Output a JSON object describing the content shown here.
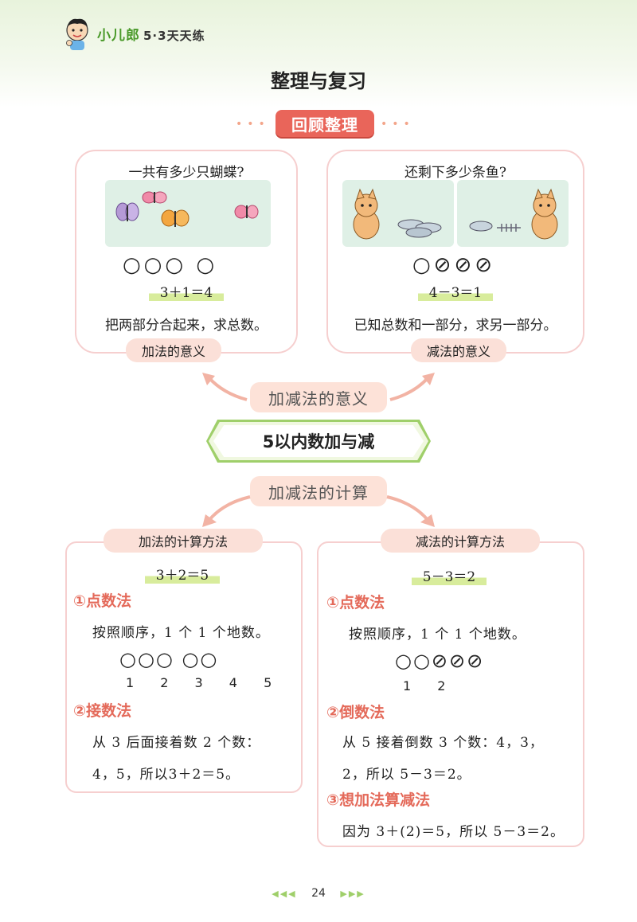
{
  "header": {
    "brand": "小儿郎",
    "series": "5·3天天练"
  },
  "page_title": "整理与复习",
  "section_label": "回顾整理",
  "meaning": {
    "add_card": {
      "question": "一共有多少只蝴蝶?",
      "circles": "○○○   ○",
      "equation": "3＋1＝4",
      "description": "把两部分合起来，求总数。",
      "ribbon": "加法的意义"
    },
    "sub_card": {
      "question": "还剩下多少条鱼?",
      "circles": "○⊘⊘⊘",
      "equation": "4－3＝1",
      "description": "已知总数和一部分，求另一部分。",
      "ribbon": "减法的意义"
    },
    "center_label": "加减法的意义"
  },
  "topic": "5以内数加与减",
  "calc_label": "加减法的计算",
  "add_method": {
    "ribbon": "加法的计算方法",
    "equation": "3＋2＝5",
    "m1_title": "①点数法",
    "m1_text": "按照顺序，1 个 1 个地数。",
    "m1_circles": "○○○  ○○",
    "m1_numbers": "1 2 3   4 5",
    "m2_title": "②接数法",
    "m2_line1": "从 3 后面接着数 2 个数：",
    "m2_line2": "4，5，所以3＋2＝5。"
  },
  "sub_method": {
    "ribbon": "减法的计算方法",
    "equation": "5－3＝2",
    "m1_title": "①点数法",
    "m1_text": "按照顺序，1 个 1 个地数。",
    "m1_circles": "○○⊘⊘⊘",
    "m1_numbers": "1 2",
    "m2_title": "②倒数法",
    "m2_line1": "从 5 接着倒数 3 个数：4，3，",
    "m2_line2": "2，所以 5－3＝2。",
    "m3_title": "③想加法算减法",
    "m3_line1": "因为 3＋(2)＝5，所以 5－3＝2。"
  },
  "page_number": "24",
  "colors": {
    "accent_red": "#e9655a",
    "accent_green": "#9fcf6a",
    "card_border": "#f6cfcf"
  }
}
